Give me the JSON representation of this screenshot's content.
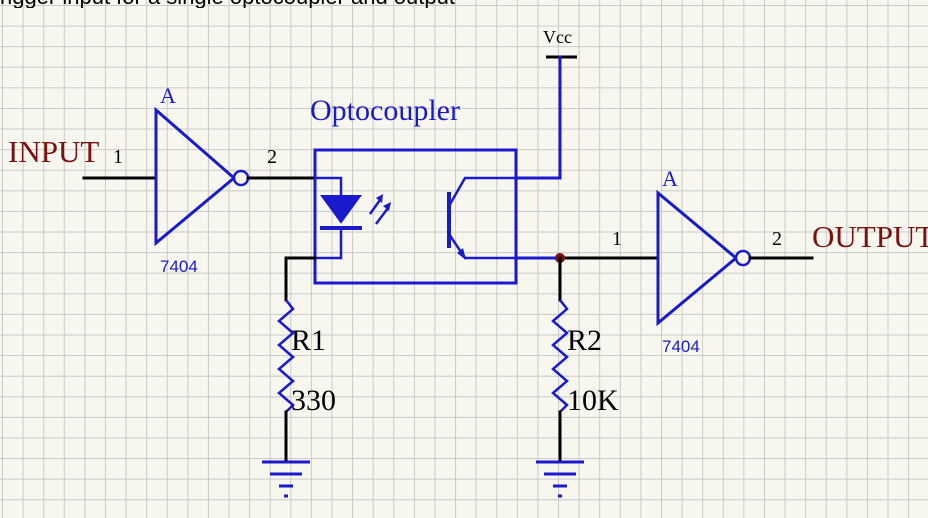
{
  "top_text": "rigger input for a single optocoupler and output",
  "labels": {
    "input": "INPUT",
    "output": "OUTPUT",
    "optocoupler": "Optocoupler",
    "vcc": "Vcc",
    "gate1_unit": "A",
    "gate1_pin_in": "1",
    "gate1_pin_out": "2",
    "gate1_part": "7404",
    "gate2_unit": "A",
    "gate2_pin_in": "1",
    "gate2_pin_out": "2",
    "gate2_part": "7404",
    "r1_name": "R1",
    "r1_value": "330",
    "r2_name": "R2",
    "r2_value": "10K"
  },
  "colors": {
    "component": "#1a1acc",
    "wire": "#000000",
    "label": "#7a1010",
    "junction": "#7a1010",
    "grid": "#c9c9c9",
    "background": "#f7f7ef"
  }
}
